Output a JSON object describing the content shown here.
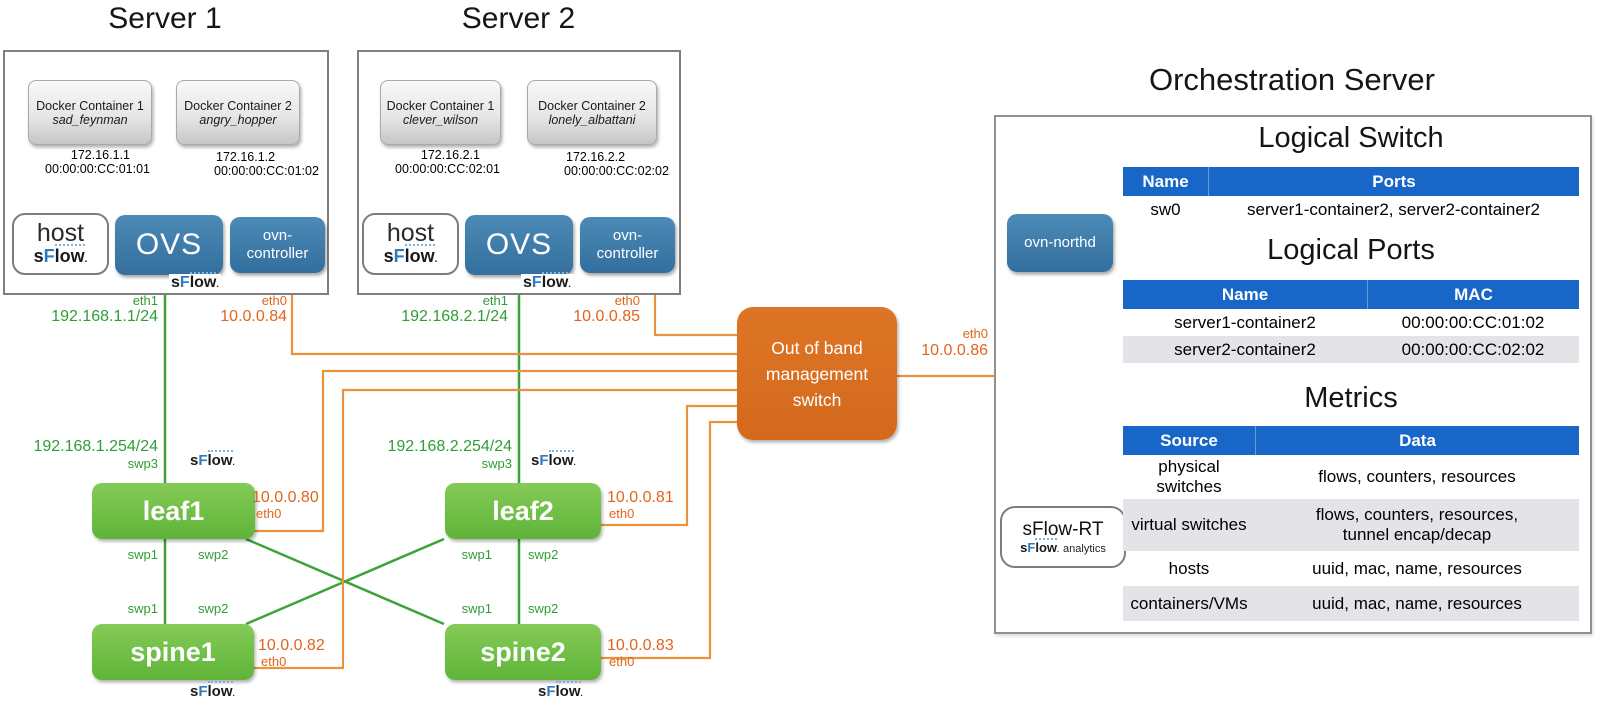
{
  "servers": [
    {
      "title": "Server 1",
      "containers": [
        {
          "name": "Docker Container 1",
          "alias": "sad_feynman",
          "ip": "172.16.1.1",
          "mac": "00:00:00:CC:01:01"
        },
        {
          "name": "Docker Container 2",
          "alias": "angry_hopper",
          "ip": "172.16.1.2",
          "mac": "00:00:00:CC:01:02"
        }
      ],
      "host_label": "host",
      "ovs_label": "OVS",
      "ovn_lines": [
        "ovn-",
        "controller"
      ],
      "eth1_port": "eth1",
      "eth1_ip": "192.168.1.1/24",
      "eth0_port": "eth0",
      "eth0_ip": "10.0.0.84",
      "leaf_uplink_ip": "192.168.1.254/24",
      "leaf_uplink_port": "swp3"
    },
    {
      "title": "Server 2",
      "containers": [
        {
          "name": "Docker Container 1",
          "alias": "clever_wilson",
          "ip": "172.16.2.1",
          "mac": "00:00:00:CC:02:01"
        },
        {
          "name": "Docker Container 2",
          "alias": "lonely_albattani",
          "ip": "172.16.2.2",
          "mac": "00:00:00:CC:02:02"
        }
      ],
      "host_label": "host",
      "ovs_label": "OVS",
      "ovn_lines": [
        "ovn-",
        "controller"
      ],
      "eth1_port": "eth1",
      "eth1_ip": "192.168.2.1/24",
      "eth0_port": "eth0",
      "eth0_ip": "10.0.0.85",
      "leaf_uplink_ip": "192.168.2.254/24",
      "leaf_uplink_port": "swp3"
    }
  ],
  "fabric": {
    "leaf1": {
      "label": "leaf1",
      "mgmt_ip": "10.0.0.80",
      "mgmt_port": "eth0",
      "swp1": "swp1",
      "swp2": "swp2"
    },
    "leaf2": {
      "label": "leaf2",
      "mgmt_ip": "10.0.0.81",
      "mgmt_port": "eth0",
      "swp1": "swp1",
      "swp2": "swp2"
    },
    "spine1": {
      "label": "spine1",
      "mgmt_ip": "10.0.0.82",
      "mgmt_port": "eth0",
      "swp1": "swp1",
      "swp2": "swp2"
    },
    "spine2": {
      "label": "spine2",
      "mgmt_ip": "10.0.0.83",
      "mgmt_port": "eth0",
      "swp1": "swp1",
      "swp2": "swp2"
    }
  },
  "oob": {
    "lines": [
      "Out of band",
      "management",
      "switch"
    ],
    "port": "eth0",
    "ip": "10.0.0.86"
  },
  "orchestration": {
    "title": "Orchestration Server",
    "ovn_northd": "ovn-northd",
    "sflow_rt_title": "sFlow-RT",
    "sflow_rt_sub": "analytics",
    "logical_switch": {
      "heading": "Logical Switch",
      "col1": "Name",
      "col2": "Ports",
      "rows": [
        {
          "name": "sw0",
          "ports": "server1-container2, server2-container2"
        }
      ]
    },
    "logical_ports": {
      "heading": "Logical Ports",
      "col1": "Name",
      "col2": "MAC",
      "rows": [
        {
          "name": "server1-container2",
          "mac": "00:00:00:CC:01:02"
        },
        {
          "name": "server2-container2",
          "mac": "00:00:00:CC:02:02"
        }
      ]
    },
    "metrics": {
      "heading": "Metrics",
      "col1": "Source",
      "col2": "Data",
      "rows": [
        {
          "source": "physical switches",
          "data": "flows, counters, resources"
        },
        {
          "source": "virtual switches",
          "data": "flows, counters, resources, tunnel encap/decap"
        },
        {
          "source": "hosts",
          "data": "uuid, mac, name, resources"
        },
        {
          "source": "containers/VMs",
          "data": "uuid, mac, name, resources"
        }
      ]
    }
  },
  "sflow_logo": {
    "s": "s",
    "f": "F",
    "low": "low",
    "dot": "."
  }
}
